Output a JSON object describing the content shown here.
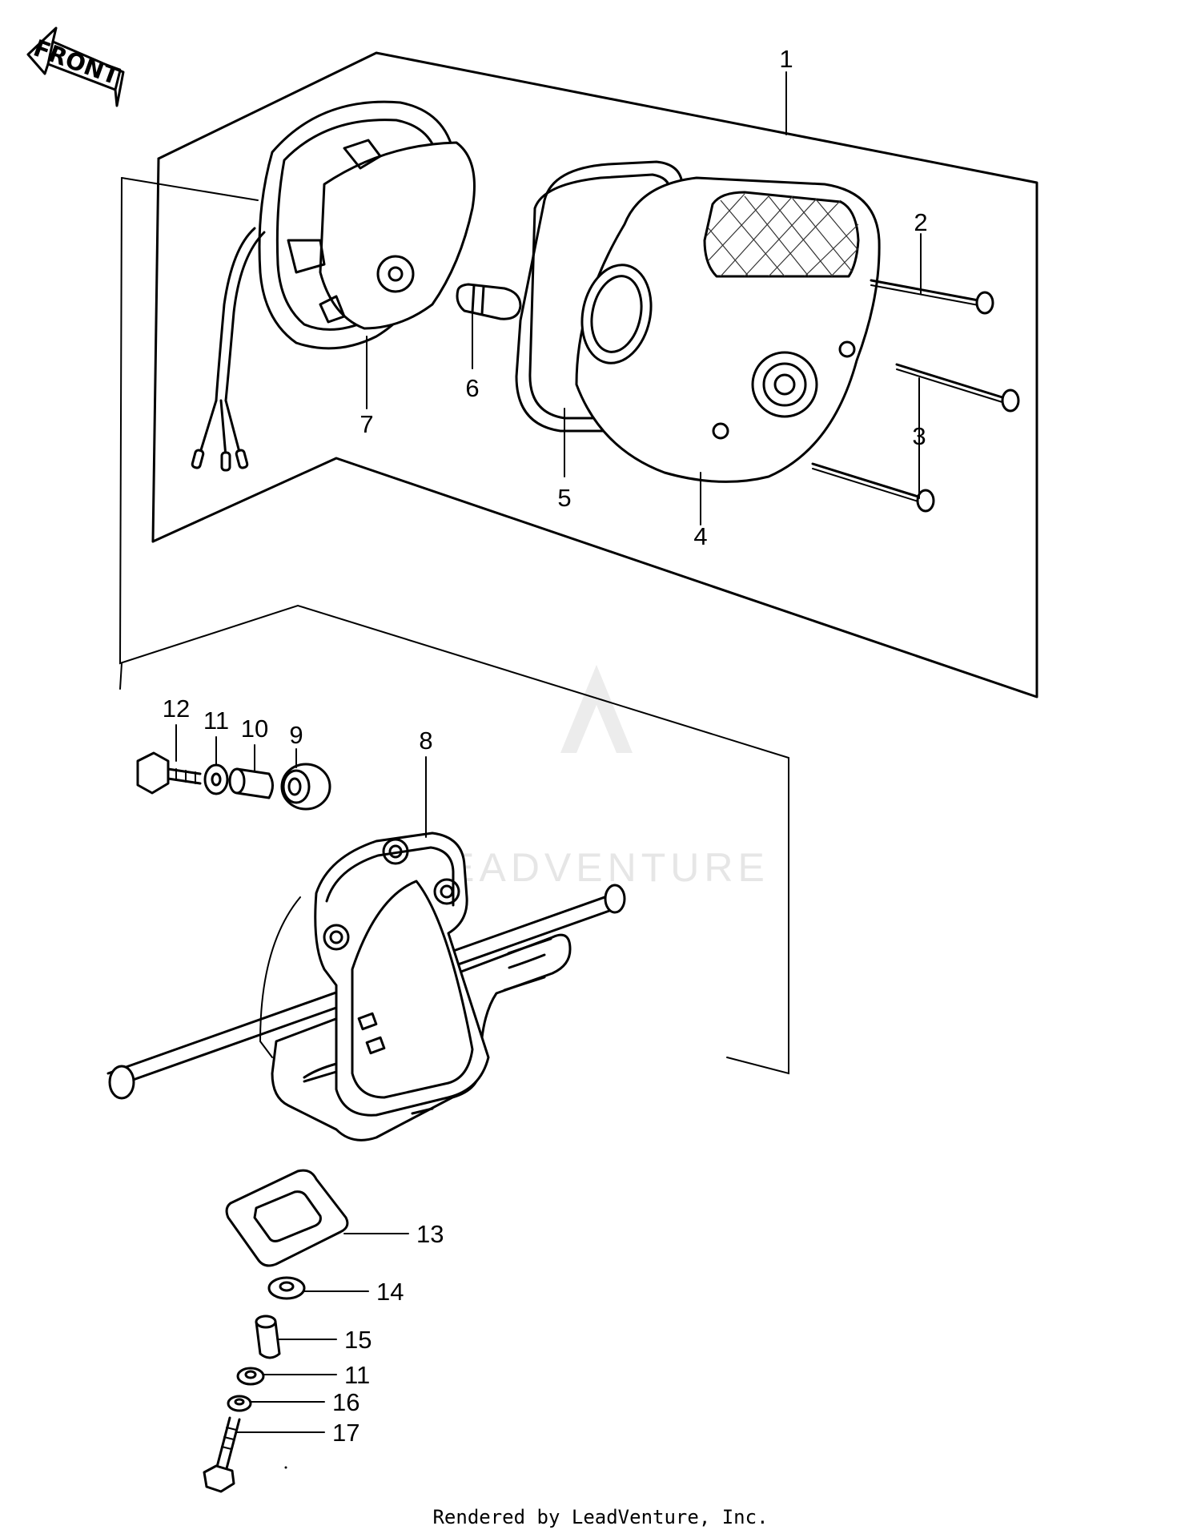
{
  "watermark": "EADVENTURE",
  "direction_label": "FRONT",
  "callouts": [
    {
      "id": "c1",
      "label": "1"
    },
    {
      "id": "c2",
      "label": "2"
    },
    {
      "id": "c3",
      "label": "3"
    },
    {
      "id": "c4",
      "label": "4"
    },
    {
      "id": "c5",
      "label": "5"
    },
    {
      "id": "c6",
      "label": "6"
    },
    {
      "id": "c7",
      "label": "7"
    },
    {
      "id": "c8",
      "label": "8"
    },
    {
      "id": "c9",
      "label": "9"
    },
    {
      "id": "c10",
      "label": "10"
    },
    {
      "id": "c11a",
      "label": "11"
    },
    {
      "id": "c12",
      "label": "12"
    },
    {
      "id": "c13",
      "label": "13"
    },
    {
      "id": "c14",
      "label": "14"
    },
    {
      "id": "c15",
      "label": "15"
    },
    {
      "id": "c11b",
      "label": "11"
    },
    {
      "id": "c16",
      "label": "16"
    },
    {
      "id": "c17",
      "label": "17"
    }
  ],
  "footer": "Rendered by LeadVenture, Inc."
}
